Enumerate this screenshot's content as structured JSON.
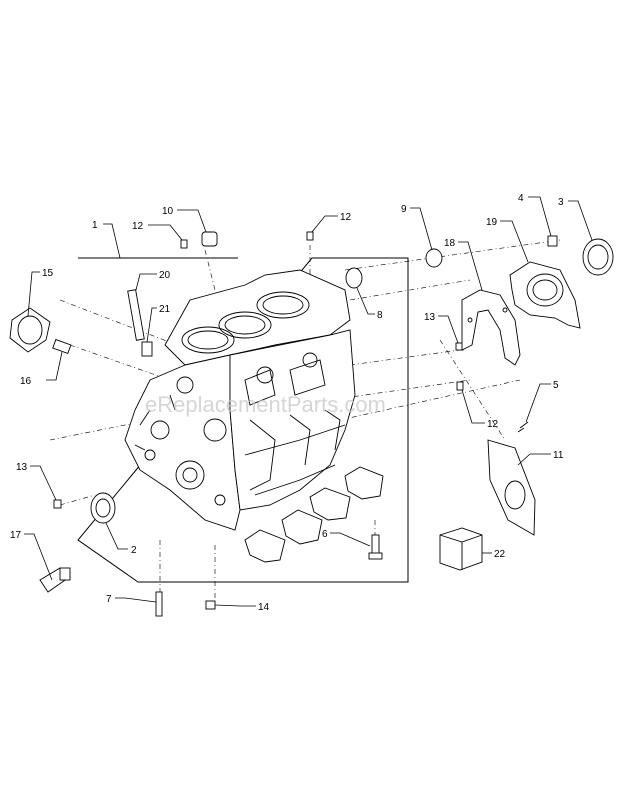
{
  "watermark": "eReplacementParts.com",
  "callouts": [
    {
      "id": "c1",
      "label": "1"
    },
    {
      "id": "c2",
      "label": "2"
    },
    {
      "id": "c3",
      "label": "3"
    },
    {
      "id": "c4",
      "label": "4"
    },
    {
      "id": "c5",
      "label": "5"
    },
    {
      "id": "c6",
      "label": "6"
    },
    {
      "id": "c7",
      "label": "7"
    },
    {
      "id": "c8",
      "label": "8"
    },
    {
      "id": "c9",
      "label": "9"
    },
    {
      "id": "c10",
      "label": "10"
    },
    {
      "id": "c11",
      "label": "11"
    },
    {
      "id": "c12a",
      "label": "12"
    },
    {
      "id": "c12b",
      "label": "12"
    },
    {
      "id": "c12c",
      "label": "12"
    },
    {
      "id": "c13a",
      "label": "13"
    },
    {
      "id": "c13b",
      "label": "13"
    },
    {
      "id": "c14",
      "label": "14"
    },
    {
      "id": "c15",
      "label": "15"
    },
    {
      "id": "c16",
      "label": "16"
    },
    {
      "id": "c17",
      "label": "17"
    },
    {
      "id": "c18",
      "label": "18"
    },
    {
      "id": "c19",
      "label": "19"
    },
    {
      "id": "c20",
      "label": "20"
    },
    {
      "id": "c21",
      "label": "21"
    },
    {
      "id": "c22",
      "label": "22"
    }
  ]
}
